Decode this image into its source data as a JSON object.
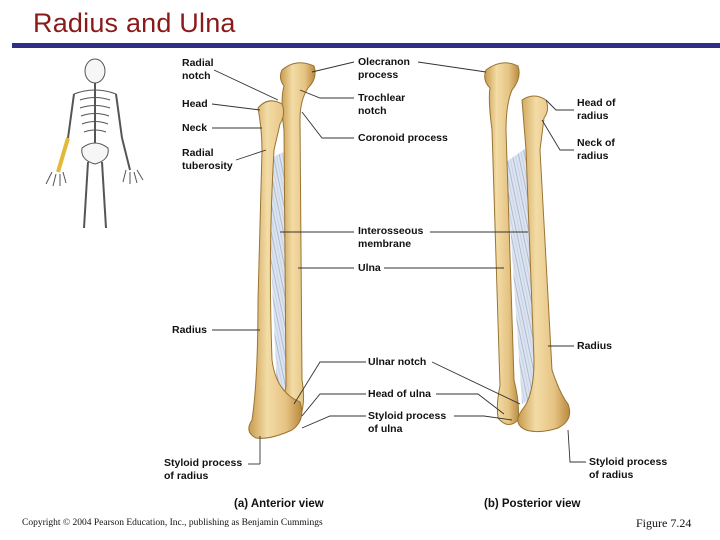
{
  "title": "Radius and Ulna",
  "colors": {
    "title": "#8b1a1a",
    "rule": "#2e2e86",
    "bone": "#e8c98a",
    "bone_shadow": "#c79a4a",
    "membrane": "#c9d4e6",
    "skeleton_highlight": "#e2b93a"
  },
  "icons": {
    "skeleton": "skeleton-locator-icon"
  },
  "anterior_labels": {
    "radial_notch": [
      "Radial",
      "notch"
    ],
    "head": "Head",
    "neck": "Neck",
    "radial_tuberosity": [
      "Radial",
      "tuberosity"
    ],
    "radius": "Radius",
    "styloid_radius": [
      "Styloid process",
      "of radius"
    ]
  },
  "center_labels": {
    "olecranon": [
      "Olecranon",
      "process"
    ],
    "trochlear": [
      "Trochlear",
      "notch"
    ],
    "coronoid": "Coronoid process",
    "interosseous": [
      "Interosseous",
      "membrane"
    ],
    "ulna": "Ulna",
    "ulnar_notch": "Ulnar notch",
    "head_ulna": "Head of ulna",
    "styloid_ulna": [
      "Styloid process",
      "of ulna"
    ]
  },
  "posterior_labels": {
    "head_radius": [
      "Head of",
      "radius"
    ],
    "neck_radius": [
      "Neck of",
      "radius"
    ],
    "radius": "Radius",
    "styloid_radius": [
      "Styloid process",
      "of radius"
    ]
  },
  "captions": {
    "anterior": "(a) Anterior view",
    "posterior": "(b) Posterior view"
  },
  "footer": {
    "copyright": "Copyright © 2004 Pearson Education, Inc., publishing as Benjamin Cummings",
    "figure": "Figure 7.24"
  }
}
